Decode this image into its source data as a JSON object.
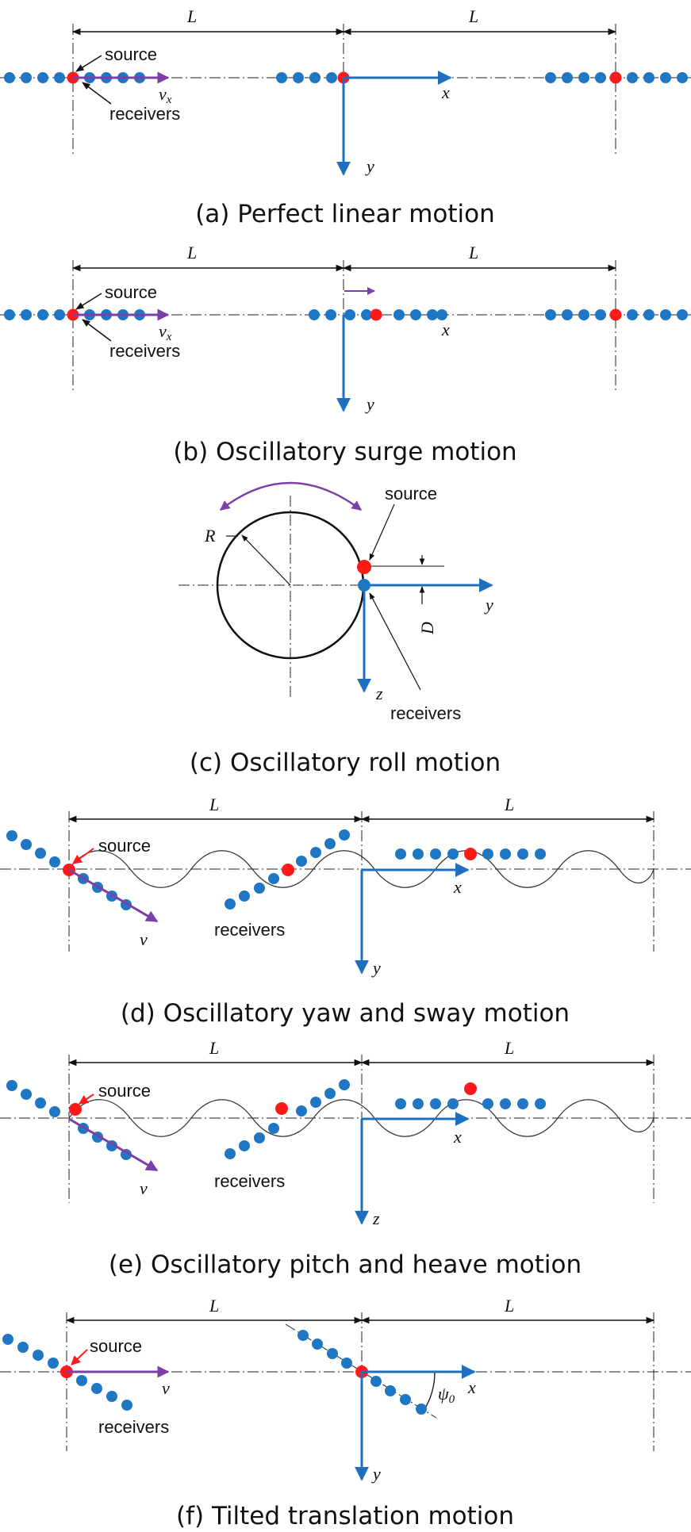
{
  "colors": {
    "receiver": "#1f77c4",
    "source": "#ff1a1a",
    "axis": "#1f6fbf",
    "velocity": "#7b3fa8",
    "line": "#222222"
  },
  "labels": {
    "L": "L",
    "source": "source",
    "receivers": "receivers",
    "vx": "v",
    "vx_sub": "x",
    "v": "v",
    "x": "x",
    "y": "y",
    "z": "z",
    "R": "R",
    "D": "D",
    "psi": "ψ",
    "psi_sub": "0"
  },
  "panels": {
    "a": {
      "caption": "(a) Perfect linear motion"
    },
    "b": {
      "caption": "(b) Oscillatory surge motion"
    },
    "c": {
      "caption": "(c) Oscillatory roll motion"
    },
    "d": {
      "caption": "(d) Oscillatory yaw and sway motion"
    },
    "e": {
      "caption": "(e) Oscillatory pitch and heave motion"
    },
    "f": {
      "caption": "(f) Tilted translation motion"
    }
  }
}
